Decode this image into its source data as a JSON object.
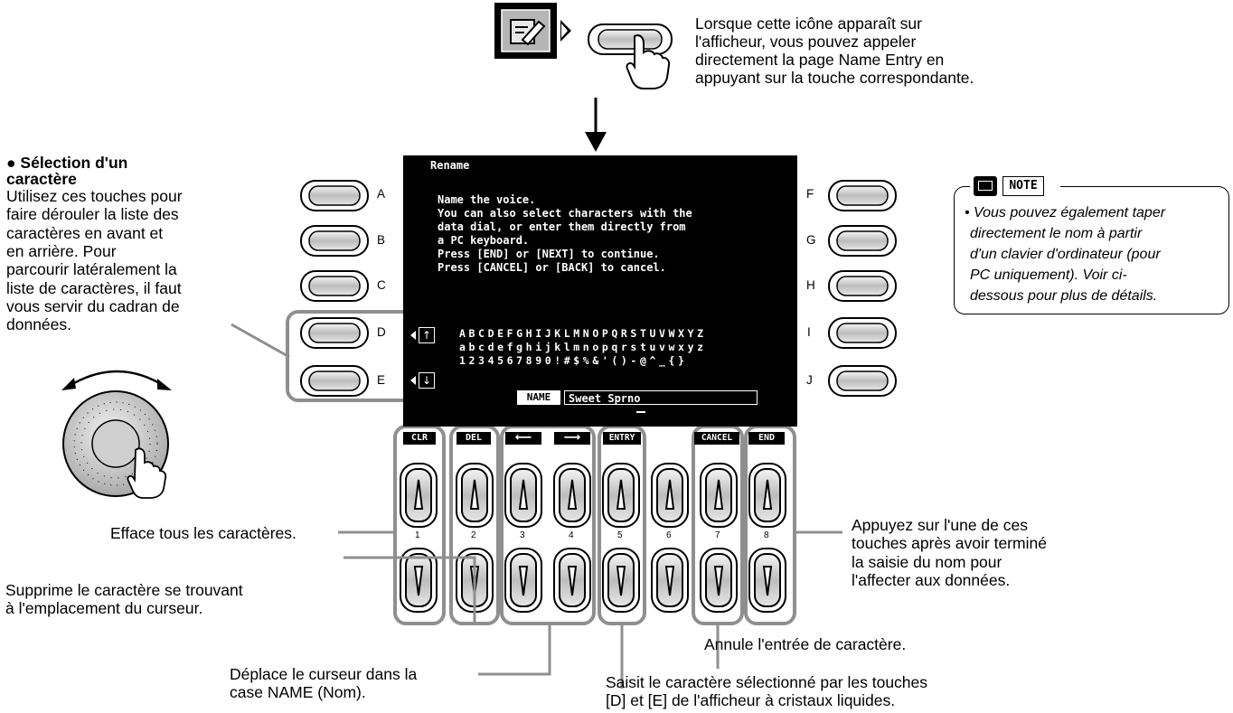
{
  "header_text": [
    "Lorsque cette icône apparaît sur",
    "l'afficheur, vous pouvez appeler",
    "directement la page Name Entry en",
    "appuyant sur la touche correspondante."
  ],
  "left_section": {
    "heading": [
      "● Sélection d'un",
      "caractère"
    ],
    "body": [
      "Utilisez ces touches pour",
      "faire dérouler la liste des",
      "caractères en avant et",
      "en arrière.  Pour",
      "parcourir latéralement la",
      "liste de caractères, il faut",
      "vous servir du cadran de",
      "données."
    ]
  },
  "note": {
    "title": "NOTE",
    "body": [
      "• Vous pouvez également taper",
      "directement le nom à partir",
      "d'un clavier d'ordinateur (pour",
      "PC uniquement). Voir ci-",
      "dessous pour plus de détails."
    ]
  },
  "side_buttons_left": [
    "A",
    "B",
    "C",
    "D",
    "E"
  ],
  "side_buttons_right": [
    "F",
    "G",
    "H",
    "I",
    "J"
  ],
  "lcd": {
    "title": "Rename",
    "instructions": [
      "Name the voice.",
      "You can also select characters with the",
      "data dial, or enter them directly from",
      "a PC keyboard.",
      "Press [END] or [NEXT] to continue.",
      "Press [CANCEL] or [BACK] to cancel."
    ],
    "charset": [
      "ABCDEFGHIJKLMNOPQRSTUVWXYZ",
      "abcdefghijklmnopqrstuvwxyz",
      "1234567890!#$%&'()-@^_{}"
    ],
    "name_label": "NAME",
    "name_value": "Sweet Sprno",
    "tabs": [
      "CLR",
      "DEL",
      "⟵",
      "⟶",
      "ENTRY",
      "",
      "CANCEL",
      "END"
    ]
  },
  "bottom_button_numbers": [
    "1",
    "2",
    "3",
    "4",
    "5",
    "6",
    "7",
    "8"
  ],
  "callouts": {
    "clr": "Efface tous les caractères.",
    "del": [
      "Supprime le caractère se trouvant",
      "à l'emplacement du curseur."
    ],
    "cursor": [
      "Déplace le curseur dans la",
      "case NAME (Nom)."
    ],
    "entry": [
      "Saisit le caractère sélectionné par les touches",
      "[D] et [E] de l'afficheur à cristaux liquides."
    ],
    "cancel": "Annule l'entrée de caractère.",
    "end": [
      "Appuyez sur l'une de ces",
      "touches après avoir terminé",
      "la saisie du  nom pour",
      "l'affecter aux données."
    ]
  }
}
